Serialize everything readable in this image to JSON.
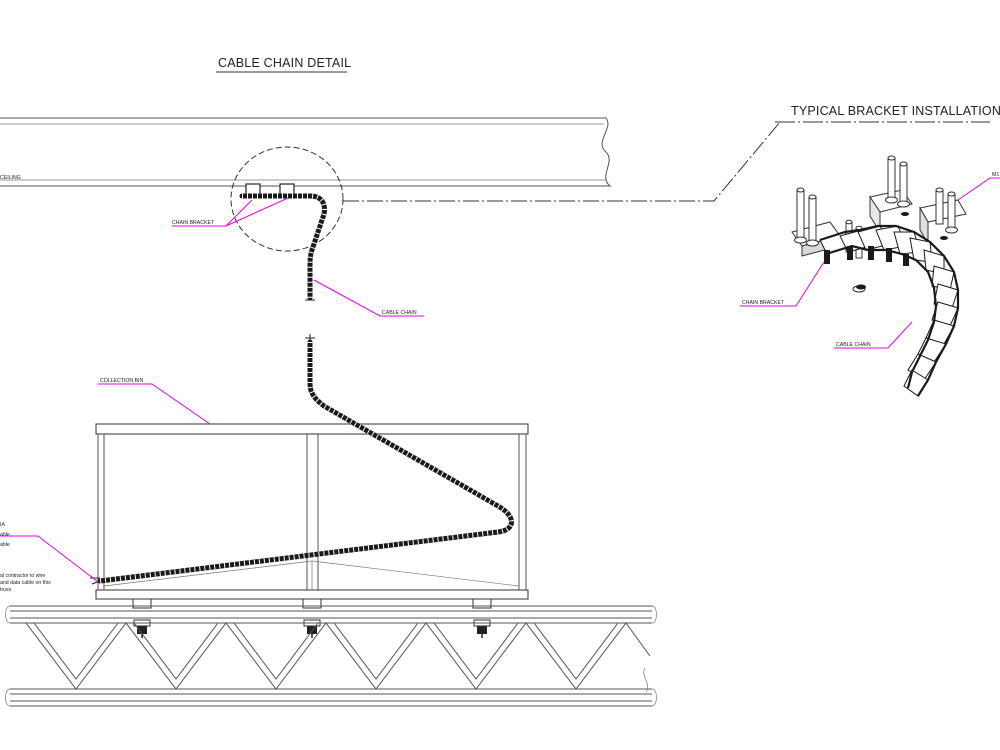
{
  "titles": {
    "main": "CABLE CHAIN DETAIL",
    "inset": "TYPICAL BRACKET INSTALLATION"
  },
  "labels": {
    "ceiling": "CEILING",
    "chain_bracket": "CHAIN BRACKET",
    "cable_chain": "CABLE CHAIN",
    "collection_bin": "COLLECTION BIN",
    "inset_chain_bracket": "CHAIN BRACKET",
    "inset_cable_chain": "CABLE CHAIN",
    "inset_cut_label": "M1",
    "left_note": [
      "IA",
      "able",
      "able"
    ],
    "contractor_note": [
      "al contractor to wire",
      "and data cable on this",
      "truss"
    ]
  },
  "colors": {
    "leader": "#e600e6",
    "lines": "#555555",
    "chain": "#1a1a1a"
  }
}
